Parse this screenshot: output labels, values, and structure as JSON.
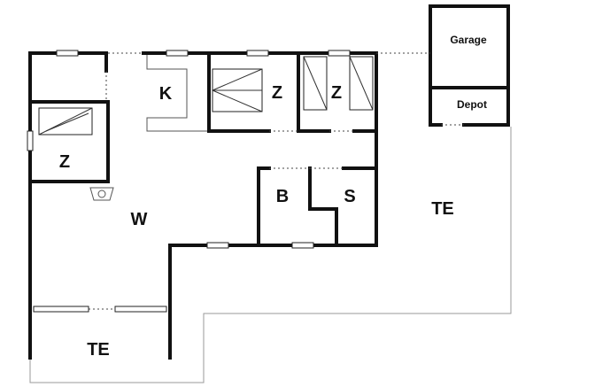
{
  "rooms": {
    "garage": "Garage",
    "depot": "Depot",
    "kitchen": "K",
    "bedroom_1": "Z",
    "bedroom_2": "Z",
    "bedroom_3": "Z",
    "bathroom": "B",
    "storage": "S",
    "living": "W",
    "terrace_east": "TE",
    "terrace_south": "TE"
  },
  "colors": {
    "wall": "#111111",
    "background": "#ffffff",
    "outline": "#9a9a9a"
  }
}
